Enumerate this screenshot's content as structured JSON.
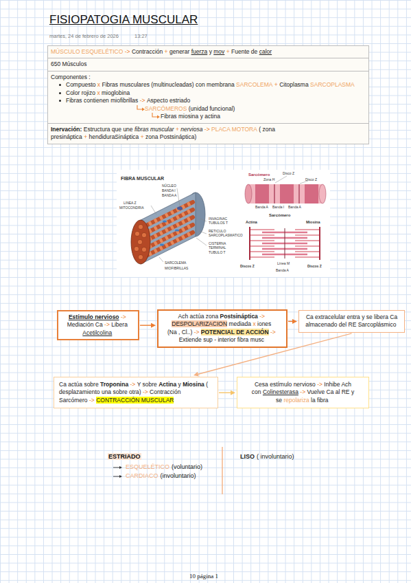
{
  "diagram": {
    "title": "FISIOPATOGIA MUSCULAR",
    "nodes": [
      {
        "text": [
          "MÚSCULO ESQUELÉTICO",
          "->",
          "Contracción",
          "+",
          "generar",
          "fuerza",
          "y",
          "mov",
          "+",
          "Fuente de",
          "calor"
        ]
      },
      {
        "text": [
          "650 Músculos"
        ]
      },
      {
        "text": [
          "Componentes :",
          "Compuesto",
          "x",
          "Fibras musculares (multinucleadas) con membrana",
          "SARCOLEMA",
          "+",
          "Citoplasma",
          "SARCOPLASMA",
          "Color rojizo",
          "x",
          "mioglobina",
          "Fibras contienen miofibrillas",
          "->",
          "Aspecto estriado",
          "SARCÓMEROS",
          "(unidad funcional)",
          "Fibras miosina y actina"
        ]
      },
      {
        "text": [
          "Inervación:",
          "Estructura que une",
          "fibras muscular",
          "+",
          "nerviosa",
          "->",
          "PLACA MOTORA",
          "( zona presináptica",
          "+",
          "hendiduraSináptica",
          "+",
          "zona Postsináptica)"
        ]
      },
      {
        "text": [
          "Estímulo nervioso",
          "->",
          "Mediación Ca",
          "->",
          "Libera",
          "Acetilcolina"
        ]
      },
      {
        "text": [
          "Ach actúa zona",
          "Postsináptica",
          "->",
          "DESPOLARIZACION",
          "mediada",
          "x",
          "iones",
          "(Na , Cl..)",
          "->",
          "POTENCIAL DE ACCIÓN",
          "->",
          "Extiende sup - interior fibra musc"
        ]
      },
      {
        "text": [
          "Ca extracelular entra y se libera Ca almacenado del RE Sarcoplásmico"
        ]
      },
      {
        "text": [
          "Ca actúa sobre",
          "Troponina",
          "->",
          "Y sobre",
          "Actina",
          "y",
          "Miosina",
          "( desplazamiento una sobre otra)",
          "->",
          "Contracción Sarcómero",
          "->",
          "CONTRACCIÓN MUSCULAR"
        ]
      },
      {
        "text": [
          "Cesa estímulo nervioso",
          "->",
          "Inhibe Ach con",
          "Colinesterasa",
          "->",
          "Vuelve Ca al RE y se",
          "repolariza",
          "la fibra"
        ]
      }
    ],
    "edges": [
      {
        "from": 4,
        "to": 5,
        "arrow": "to"
      },
      {
        "from": 5,
        "to": 6,
        "arrow": "to"
      },
      {
        "from": 6,
        "to": 7,
        "arrow": "to"
      },
      {
        "from": 7,
        "to": 8,
        "arrow": "to"
      }
    ],
    "labels": [
      "martes, 24 de febrero de 2026",
      "13:27",
      "FIBRA MUSCULAR",
      "NÚCLEO",
      "BANDA I",
      "BANDA A",
      "LINEA Z",
      "MITOCONDRIA",
      "INVAGINAC TUBULOS T",
      "RETICULO SARCOPLASMATICO",
      "CISTERNA TERMINAL",
      "TUBULO T",
      "SARCOLEMA",
      "MIOFIBRILLAS",
      "Sarcómero",
      "Disco Z",
      "Zona H",
      "Disco Z",
      "Banda A",
      "Banda I",
      "Banda A",
      "Sarcómero",
      "Actina",
      "Miosina",
      "Discos Z",
      "Línea M",
      "Discos Z",
      "Banda A",
      "ESTRIADO",
      "ESQUELÉTICO",
      "(voluntario)",
      "CARDIACO",
      "(involuntario)",
      "LISO",
      "( involuntario)",
      "10 página 1"
    ]
  }
}
